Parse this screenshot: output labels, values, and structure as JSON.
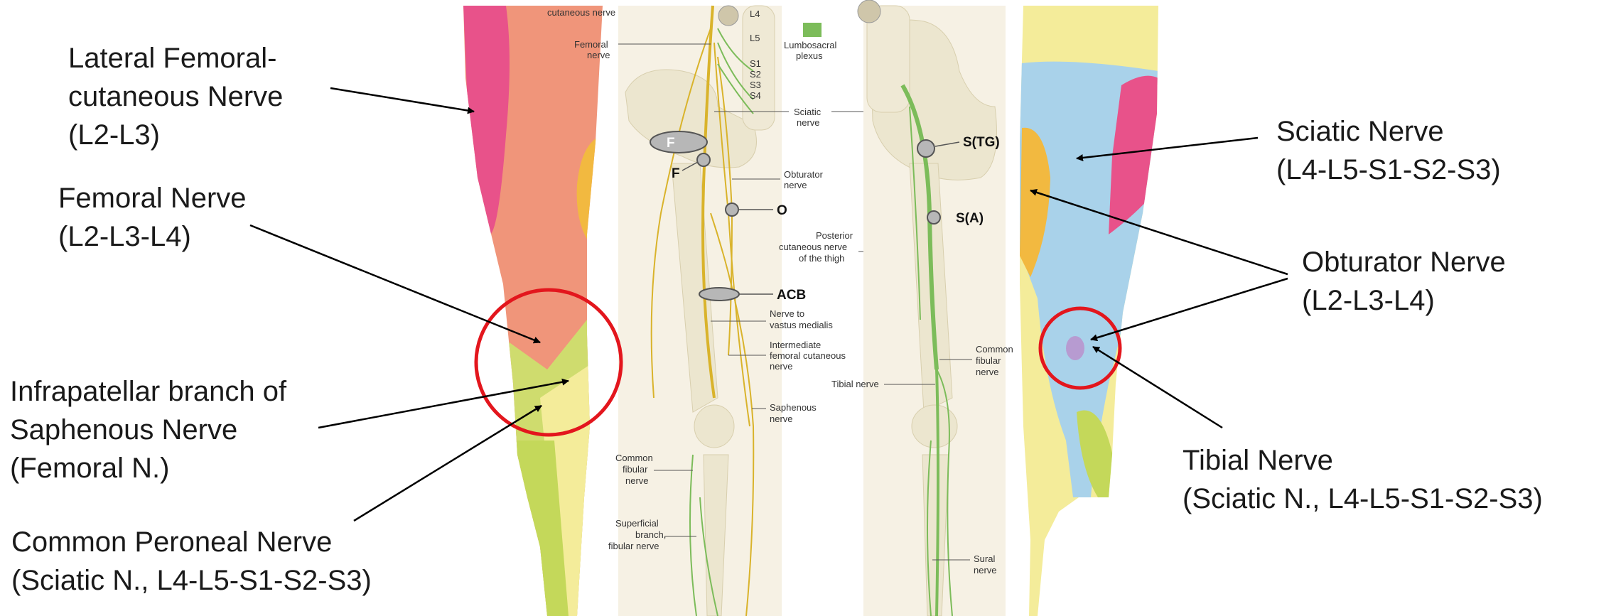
{
  "colors": {
    "lateral_femoral_cutaneous": "#e8528a",
    "femoral": "#f0957a",
    "obturator": "#f2b940",
    "saphenous": "#cfdc6e",
    "common_peroneal": "#f4ec9a",
    "sciatic": "#a9d2ea",
    "tibial": "#b79bd1",
    "highlight_circle": "#e3161d",
    "nerve_yellow": "#d9b32b",
    "nerve_green": "#7cbc5a",
    "bone": "#ece6cf"
  },
  "callouts": {
    "lfcn": {
      "line1": "Lateral Femoral-",
      "line2": "cutaneous Nerve",
      "line3": "(L2-L3)"
    },
    "femoral": {
      "line1": "Femoral Nerve",
      "line2": "(L2-L3-L4)"
    },
    "infrapatellar": {
      "line1": "Infrapatellar branch of",
      "line2": "Saphenous Nerve",
      "line3": "(Femoral N.)"
    },
    "common_peroneal": {
      "line1": "Common Peroneal Nerve",
      "line2": "(Sciatic N., L4-L5-S1-S2-S3)"
    },
    "sciatic": {
      "line1": "Sciatic Nerve",
      "line2": "(L4-L5-S1-S2-S3)"
    },
    "obturator": {
      "line1": "Obturator Nerve",
      "line2": "(L2-L3-L4)"
    },
    "tibial": {
      "line1": "Tibial Nerve",
      "line2": "(Sciatic N., L4-L5-S1-S2-S3)"
    }
  },
  "anatomy_labels": {
    "cutaneous_nerve": "cutaneous nerve",
    "femoral_nerve_1": "Femoral",
    "femoral_nerve_2": "nerve",
    "L4": "L4",
    "L5": "L5",
    "S1": "S1",
    "S2": "S2",
    "S3": "S3",
    "S4": "S4",
    "lumbosacral_1": "Lumbosacral",
    "lumbosacral_2": "plexus",
    "sciatic_1": "Sciatic",
    "sciatic_2": "nerve",
    "obturator_1": "Obturator",
    "obturator_2": "nerve",
    "posterior_cut_1": "Posterior",
    "posterior_cut_2": "cutaneous nerve",
    "posterior_cut_3": "of the thigh",
    "vastus_1": "Nerve to",
    "vastus_2": "vastus medialis",
    "intermediate_1": "Intermediate",
    "intermediate_2": "femoral cutaneous",
    "intermediate_3": "nerve",
    "common_fibular_r1": "Common",
    "common_fibular_r2": "fibular",
    "common_fibular_r3": "nerve",
    "tibial_nerve": "Tibial nerve",
    "saphenous_1": "Saphenous",
    "saphenous_2": "nerve",
    "common_fibular_l1": "Common",
    "common_fibular_l2": "fibular",
    "common_fibular_l3": "nerve",
    "superficial_1": "Superficial",
    "superficial_2": "branch,",
    "superficial_3": "fibular nerve",
    "sural_1": "Sural",
    "sural_2": "nerve"
  },
  "block_markers": {
    "F_top": "F",
    "F_bottom": "F",
    "O": "O",
    "ACB": "ACB",
    "S_TG": "S(TG)",
    "S_A": "S(A)"
  }
}
